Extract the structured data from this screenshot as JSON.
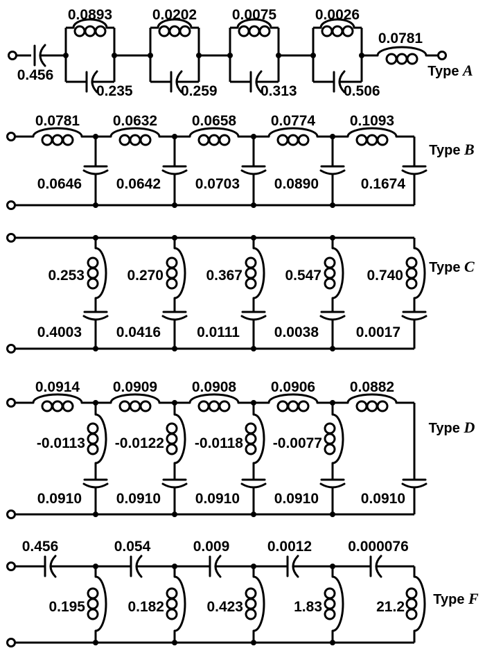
{
  "page": {
    "background_color": "#ffffff",
    "ink_color": "#000000",
    "description": "Five lumped-element filter network schematics (ladder realizations) labeled Type A through Type F"
  },
  "circuits": [
    {
      "id": "A",
      "type_word": "Type",
      "type_letter": "A",
      "topology": "series input capacitor, four series-connected parallel LC tanks, series output inductor",
      "series_input_capacitor": "0.456",
      "parallel_tanks": [
        {
          "inductor": "0.0893",
          "capacitor": "0.235"
        },
        {
          "inductor": "0.0202",
          "capacitor": "0.259"
        },
        {
          "inductor": "0.0075",
          "capacitor": "0.313"
        },
        {
          "inductor": "0.0026",
          "capacitor": "0.506"
        }
      ],
      "series_output_inductor": "0.0781"
    },
    {
      "id": "B",
      "type_word": "Type",
      "type_letter": "B",
      "topology": "ladder: series inductors with shunt capacitors",
      "series_inductors": [
        "0.0781",
        "0.0632",
        "0.0658",
        "0.0774",
        "0.1093"
      ],
      "shunt_capacitors": [
        "0.0646",
        "0.0642",
        "0.0703",
        "0.0890",
        "0.1674"
      ]
    },
    {
      "id": "C",
      "type_word": "Type",
      "type_letter": "C",
      "topology": "five parallel shunt branches, each an inductor in series with a capacitor",
      "shunt_branch_inductors": [
        "0.253",
        "0.270",
        "0.367",
        "0.547",
        "0.740"
      ],
      "shunt_branch_capacitors": [
        "0.4003",
        "0.0416",
        "0.0111",
        "0.0038",
        "0.0017"
      ]
    },
    {
      "id": "D",
      "type_word": "Type",
      "type_letter": "D",
      "topology": "ladder: series inductors with shunt inductor-capacitor branches (last branch capacitor only)",
      "series_inductors": [
        "0.0914",
        "0.0909",
        "0.0908",
        "0.0906",
        "0.0882"
      ],
      "shunt_branch_inductors": [
        "-0.0113",
        "-0.0122",
        "-0.0118",
        "-0.0077"
      ],
      "shunt_branch_capacitors": [
        "0.0910",
        "0.0910",
        "0.0910",
        "0.0910",
        "0.0910"
      ]
    },
    {
      "id": "F",
      "type_word": "Type",
      "type_letter": "F",
      "topology": "ladder: series capacitors with shunt inductors",
      "series_capacitors": [
        "0.456",
        "0.054",
        "0.009",
        "0.0012",
        "0.000076"
      ],
      "shunt_inductors": [
        "0.195",
        "0.182",
        "0.423",
        "1.83",
        "21.2"
      ]
    }
  ]
}
